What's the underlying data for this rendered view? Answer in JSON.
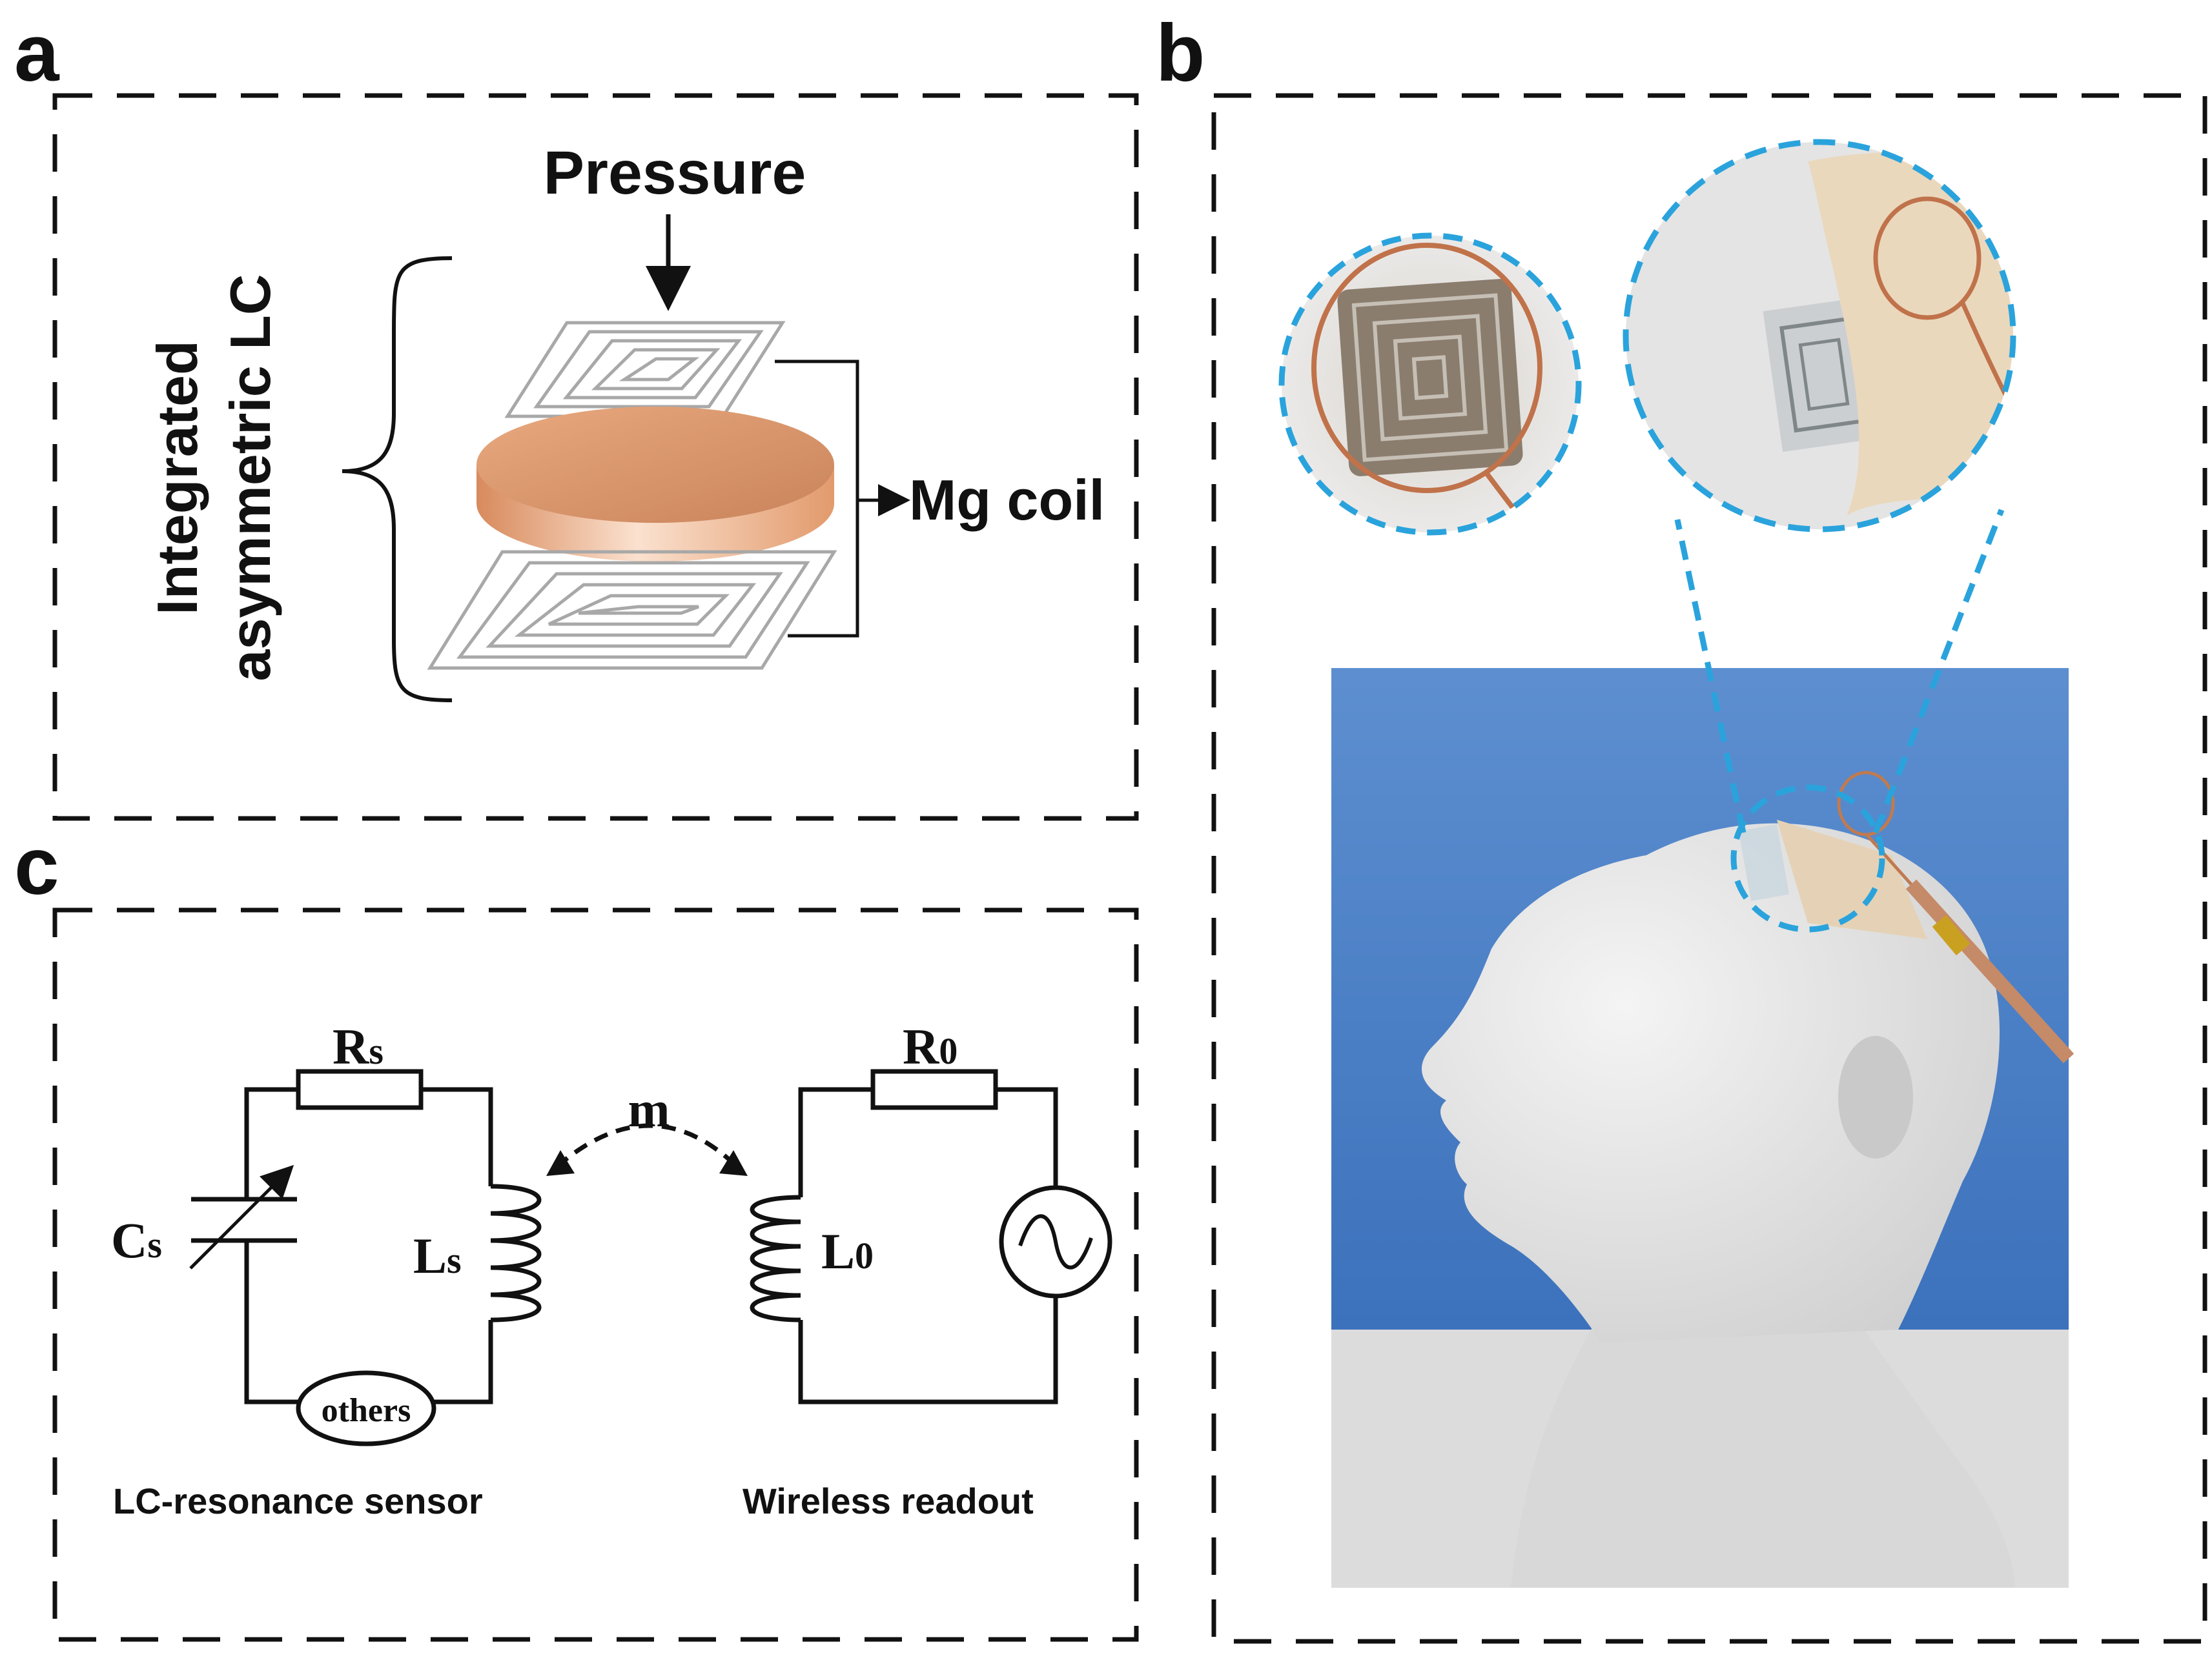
{
  "panels": {
    "a": {
      "letter": "a",
      "pressure_label": "Pressure",
      "side_label_line1": "Integrated",
      "side_label_line2": "asymmetric LC",
      "coil_label": "Mg coil"
    },
    "b": {
      "letter": "b"
    },
    "c": {
      "letter": "c",
      "sensor": {
        "resistor_label": "R",
        "resistor_sub": "s",
        "capacitor_label": "C",
        "capacitor_sub": "s",
        "inductor_label": "L",
        "inductor_sub": "s",
        "others_label": "others",
        "caption": "LC-resonance sensor"
      },
      "coupling_label": "m",
      "readout": {
        "resistor_label": "R",
        "resistor_sub": "0",
        "inductor_label": "L",
        "inductor_sub": "0",
        "caption": "Wireless readout"
      }
    }
  },
  "colors": {
    "ink": "#111111",
    "coil": "#a9a9a9",
    "copper": "#d9966e",
    "highlight_blue": "#2aa3dc",
    "backdrop_blue": "#3f78c4",
    "skin": "#e9dcc6"
  }
}
